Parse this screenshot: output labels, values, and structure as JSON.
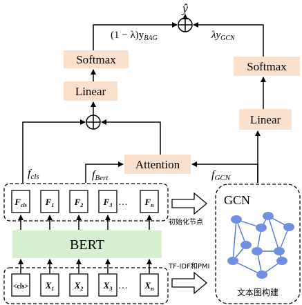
{
  "output": {
    "y_hat": "ŷ",
    "left_weight": "(1 − λ)y",
    "left_weight_sub": "BAG",
    "right_weight": "λy",
    "right_weight_sub": "GCN"
  },
  "left_branch": {
    "softmax": "Softmax",
    "linear": "Linear"
  },
  "right_branch": {
    "softmax": "Softmax",
    "linear": "Linear"
  },
  "attention": "Attention",
  "features": {
    "f_cls": "f",
    "f_cls_sub": "cls",
    "f_bert": "f",
    "f_bert_sub": "Bert",
    "f_gcn": "f",
    "f_gcn_sub": "GCN"
  },
  "bert": "BERT",
  "feature_row": {
    "items": [
      {
        "main": "F",
        "sub": "cls"
      },
      {
        "main": "F",
        "sub": "1"
      },
      {
        "main": "F",
        "sub": "2"
      },
      {
        "main": "F",
        "sub": "3"
      },
      {
        "main": "F",
        "sub": "n"
      }
    ],
    "ellipsis": "…"
  },
  "input_row": {
    "items": [
      {
        "main": "<cls>",
        "sub": ""
      },
      {
        "main": "X",
        "sub": "1"
      },
      {
        "main": "X",
        "sub": "2"
      },
      {
        "main": "X",
        "sub": "3"
      },
      {
        "main": "X",
        "sub": "n"
      }
    ],
    "ellipsis": "…"
  },
  "labels": {
    "init_nodes": "初始化节点",
    "tfidf_pmi": "TF-IDF和PMI",
    "gcn": "GCN",
    "text_graph": "文本图构建"
  },
  "colors": {
    "orange_box": "#fbe0cb",
    "green_box": "#d6efce",
    "node": "#6f8fe0",
    "edge": "#4f74d8",
    "ink": "#000000"
  }
}
